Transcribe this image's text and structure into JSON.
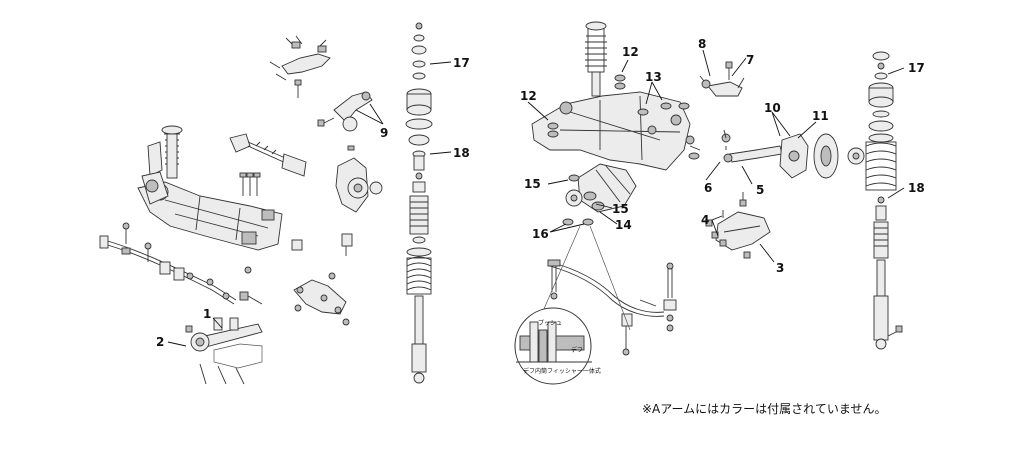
{
  "callouts": {
    "c1": "1",
    "c2": "2",
    "c3": "3",
    "c4": "4",
    "c5": "5",
    "c6": "6",
    "c7": "7",
    "c8": "8",
    "c9": "9",
    "c10": "10",
    "c11": "11",
    "c12a": "12",
    "c12b": "12",
    "c13": "13",
    "c14": "14",
    "c15a": "15",
    "c15b": "15",
    "c16": "16",
    "c17a": "17",
    "c17b": "17",
    "c18a": "18",
    "c18b": "18"
  },
  "inset": {
    "bush_label": "ブッシュ",
    "diff_label": "デフ",
    "caption": "デフ内筒フィッシャー一体式"
  },
  "footnote": "※Aアームにはカラーは付属されていません。"
}
